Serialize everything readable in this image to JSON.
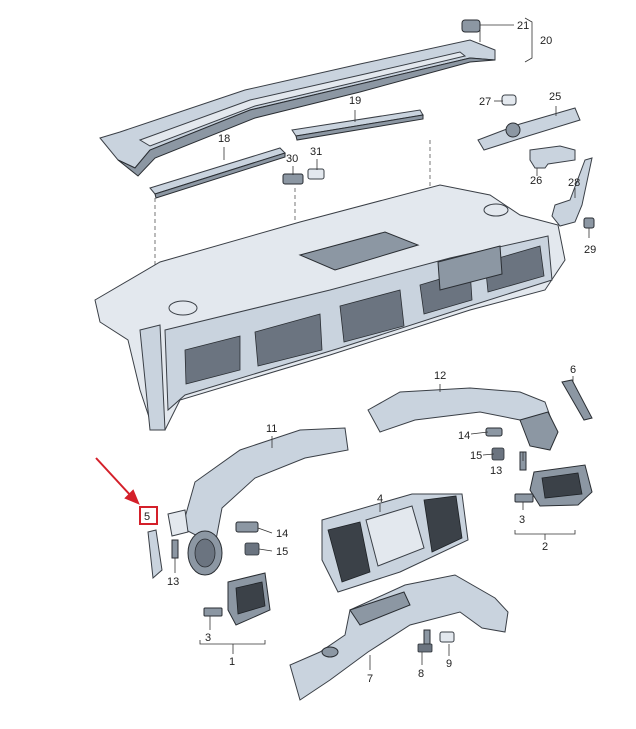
{
  "callouts": {
    "c1": "1",
    "c2": "2",
    "c3a": "3",
    "c3b": "3",
    "c4": "4",
    "c6": "6",
    "c7": "7",
    "c8": "8",
    "c9": "9",
    "c11": "11",
    "c12": "12",
    "c13a": "13",
    "c13b": "13",
    "c14a": "14",
    "c14b": "14",
    "c15a": "15",
    "c15b": "15",
    "c18": "18",
    "c19": "19",
    "c20": "20",
    "c21": "21",
    "c25": "25",
    "c26": "26",
    "c27": "27",
    "c28": "28",
    "c29": "29",
    "c30": "30",
    "c31": "31",
    "highlight_glyph": "5"
  },
  "colors": {
    "highlight": "#d4202a",
    "part": "#c9d3de",
    "outline": "#3a3f46"
  }
}
